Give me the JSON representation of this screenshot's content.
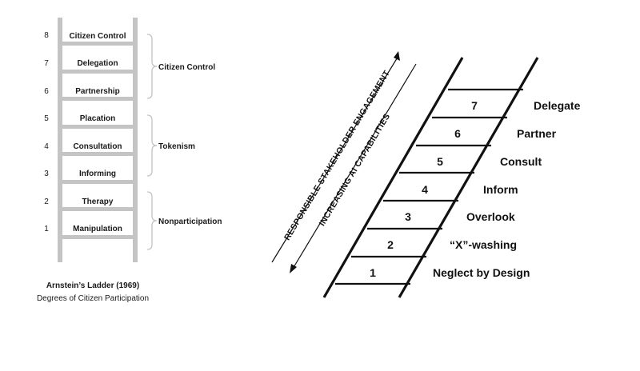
{
  "left_ladder": {
    "rungs": [
      {
        "number": "8",
        "label": "Citizen Control"
      },
      {
        "number": "7",
        "label": "Delegation"
      },
      {
        "number": "6",
        "label": "Partnership"
      },
      {
        "number": "5",
        "label": "Placation"
      },
      {
        "number": "4",
        "label": "Consultation"
      },
      {
        "number": "3",
        "label": "Informing"
      },
      {
        "number": "2",
        "label": "Therapy"
      },
      {
        "number": "1",
        "label": "Manipulation"
      }
    ],
    "groups": [
      {
        "label": "Citizen Control"
      },
      {
        "label": "Tokenism"
      },
      {
        "label": "Nonparticipation"
      }
    ],
    "caption_title": "Arnstein’s Ladder (1969)",
    "caption_subtitle": "Degrees of Citizen Participation"
  },
  "right_ladder": {
    "rungs": [
      {
        "number": "7",
        "label": "Delegate"
      },
      {
        "number": "6",
        "label": "Partner"
      },
      {
        "number": "5",
        "label": "Consult"
      },
      {
        "number": "4",
        "label": "Inform"
      },
      {
        "number": "3",
        "label": "Overlook"
      },
      {
        "number": "2",
        "label": "“X”-washing"
      },
      {
        "number": "1",
        "label": "Neglect by Design"
      }
    ],
    "arrow_up_label": "RESPONSIBLE STAKEHOLDER ENGAGEMENT",
    "arrow_down_label": "INCREASING AI CAPABILITIES"
  },
  "colors": {
    "rail_gray": "#c4c4c4",
    "ink": "#111111"
  }
}
